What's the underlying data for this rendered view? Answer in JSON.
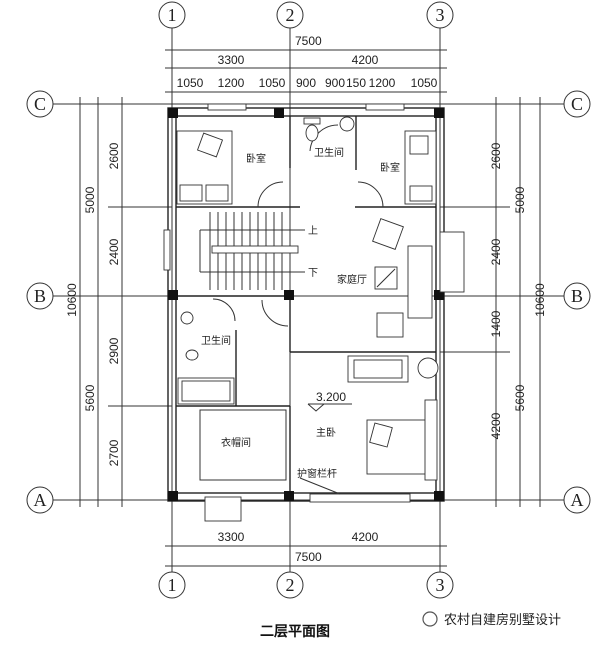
{
  "axes": {
    "col": [
      "1",
      "2",
      "3"
    ],
    "row": [
      "C",
      "B",
      "A"
    ]
  },
  "top_dims": {
    "total": "7500",
    "bays": [
      "3300",
      "4200"
    ],
    "details": [
      "1050",
      "1200",
      "1050",
      "900",
      "900",
      "150",
      "1200",
      "1050"
    ]
  },
  "bottom_dims": {
    "bays": [
      "3300",
      "4200"
    ],
    "total": "7500"
  },
  "left_dims": {
    "inner": [
      "2600",
      "2400",
      "2900",
      "2700"
    ],
    "middle": [
      "5000",
      "5600"
    ],
    "total": "10600"
  },
  "right_dims": {
    "inner": [
      "2600",
      "2400",
      "1400",
      "4200"
    ],
    "middle": [
      "5000",
      "5600"
    ],
    "total": "10600"
  },
  "rooms": {
    "bedroom_left": "卧室",
    "bathroom_top": "卫生间",
    "bedroom_right": "卧室",
    "stair_up": "上",
    "stair_down": "下",
    "family_hall": "家庭厅",
    "bathroom_left": "卫生间",
    "closet": "衣帽间",
    "master_bedroom": "主卧",
    "elevation": "3.200",
    "window_rail": "护窗栏杆"
  },
  "title": "二层平面图",
  "watermark": "农村自建房别墅设计"
}
